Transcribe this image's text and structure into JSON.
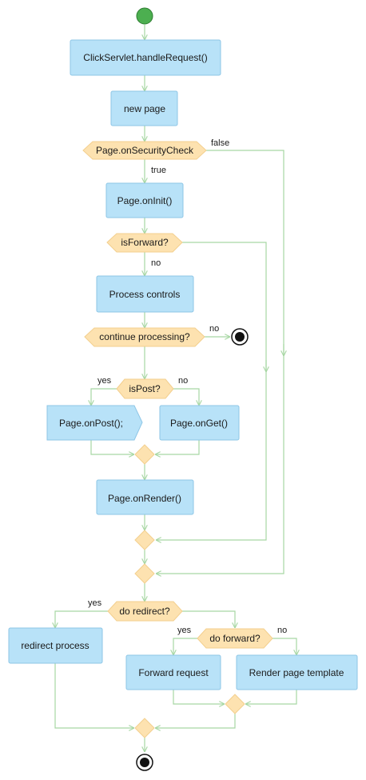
{
  "nodes": {
    "handle_request": "ClickServlet.handleRequest()",
    "new_page": "new page",
    "security_check": "Page.onSecurityCheck",
    "on_init": "Page.onInit()",
    "is_forward": "isForward?",
    "process_controls": "Process controls",
    "continue_processing": "continue processing?",
    "is_post": "isPost?",
    "on_post": "Page.onPost();",
    "on_get": "Page.onGet()",
    "on_render": "Page.onRender()",
    "do_redirect": "do redirect?",
    "redirect_process": "redirect process",
    "do_forward": "do forward?",
    "forward_request": "Forward request",
    "render_template": "Render page template"
  },
  "edge_labels": {
    "security_false": "false",
    "security_true": "true",
    "forward_no": "no",
    "continue_no": "no",
    "post_yes": "yes",
    "post_no": "no",
    "redirect_yes": "yes",
    "doforward_yes": "yes",
    "doforward_no": "no"
  },
  "colors": {
    "start": "#4caf50",
    "activity_fill": "#b8e2f8",
    "decision_fill": "#fde2b0",
    "flow_line": "#a7d7a3"
  }
}
